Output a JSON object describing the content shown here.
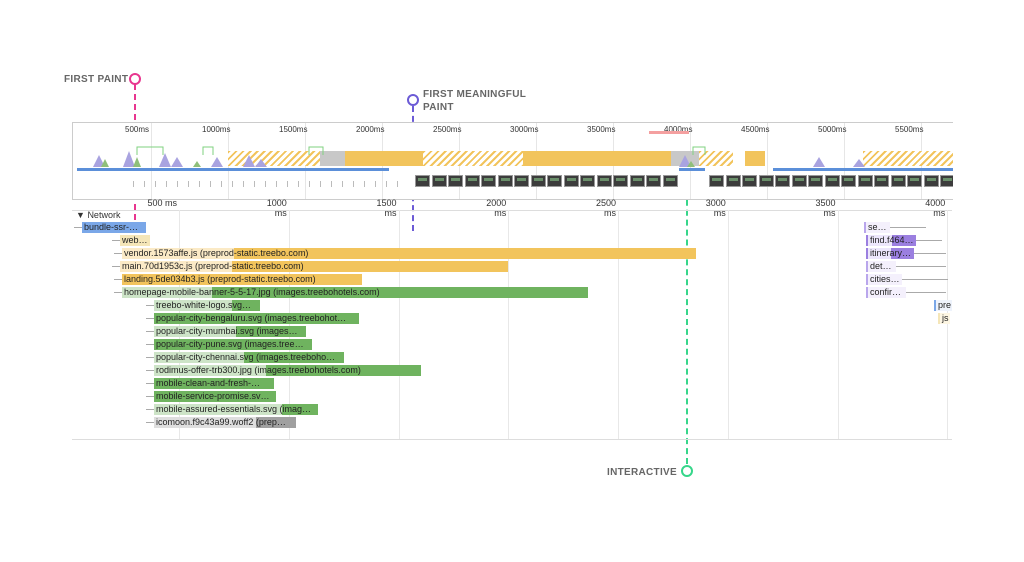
{
  "markers": {
    "first_paint": {
      "label": "FIRST PAINT",
      "color": "#e8368f"
    },
    "first_meaningful_paint": {
      "label_line1": "FIRST MEANINGFUL",
      "label_line2": "PAINT",
      "color": "#6c5bd6"
    },
    "interactive": {
      "label": "INTERACTIVE",
      "color": "#36d68a"
    }
  },
  "overview": {
    "ticks": [
      "500ms",
      "1000ms",
      "1500ms",
      "2000ms",
      "2500ms",
      "3000ms",
      "3500ms",
      "4000ms",
      "4500ms",
      "5000ms",
      "5500ms"
    ]
  },
  "ruler": {
    "ticks": [
      "500 ms",
      "1000 ms",
      "1500 ms",
      "2000 ms",
      "2500 ms",
      "3000 ms",
      "3500 ms",
      "4000 ms"
    ]
  },
  "network": {
    "header": "Network",
    "triangle": "▼",
    "rows": [
      {
        "label": "bundle-ssr-…",
        "color": "#7aa7e8"
      },
      {
        "label": "web…",
        "color": "#f5e6b8"
      },
      {
        "label": "vendor.1573affe.js (preprod-static.treebo.com)",
        "color": "#f2c45c"
      },
      {
        "label": "main.70d1953c.js (preprod-static.treebo.com)",
        "color": "#f2c45c"
      },
      {
        "label": "landing.5de034b3.js (preprod-static.treebo.com)",
        "color": "#f2c45c"
      },
      {
        "label": "homepage-mobile-banner-5-5-17.jpg (images.treebohotels.com)",
        "color": "#6fb35f"
      },
      {
        "label": "treebo-white-logo.svg…",
        "color": "#6fb35f"
      },
      {
        "label": "popular-city-bengaluru.svg (images.treebohot…",
        "color": "#6fb35f"
      },
      {
        "label": "popular-city-mumbai.svg (images…",
        "color": "#6fb35f"
      },
      {
        "label": "popular-city-pune.svg (images.tree…",
        "color": "#6fb35f"
      },
      {
        "label": "popular-city-chennai.svg (images.treeboho…",
        "color": "#6fb35f"
      },
      {
        "label": "rodimus-offer-trb300.jpg (images.treebohotels.com)",
        "color": "#6fb35f"
      },
      {
        "label": "mobile-clean-and-fresh-…",
        "color": "#6fb35f"
      },
      {
        "label": "mobile-service-promise.sv…",
        "color": "#6fb35f"
      },
      {
        "label": "mobile-assured-essentials.svg (imag…",
        "color": "#6fb35f"
      },
      {
        "label": "icomoon.f9c43a99.woff2 (prep…",
        "color": "#a0a0a0"
      }
    ],
    "right_rows": [
      {
        "label": "se…",
        "color": "#b9a6ec"
      },
      {
        "label": "find.f464…",
        "color": "#9b7fe0"
      },
      {
        "label": "itinerary…",
        "color": "#9b7fe0"
      },
      {
        "label": "det…",
        "color": "#b9a6ec"
      },
      {
        "label": "cities…",
        "color": "#b9a6ec"
      },
      {
        "label": "confir…",
        "color": "#b9a6ec"
      },
      {
        "label": "pre…",
        "color": "#7aa7e8"
      },
      {
        "label": "js",
        "color": "#f5e6b8"
      }
    ]
  }
}
